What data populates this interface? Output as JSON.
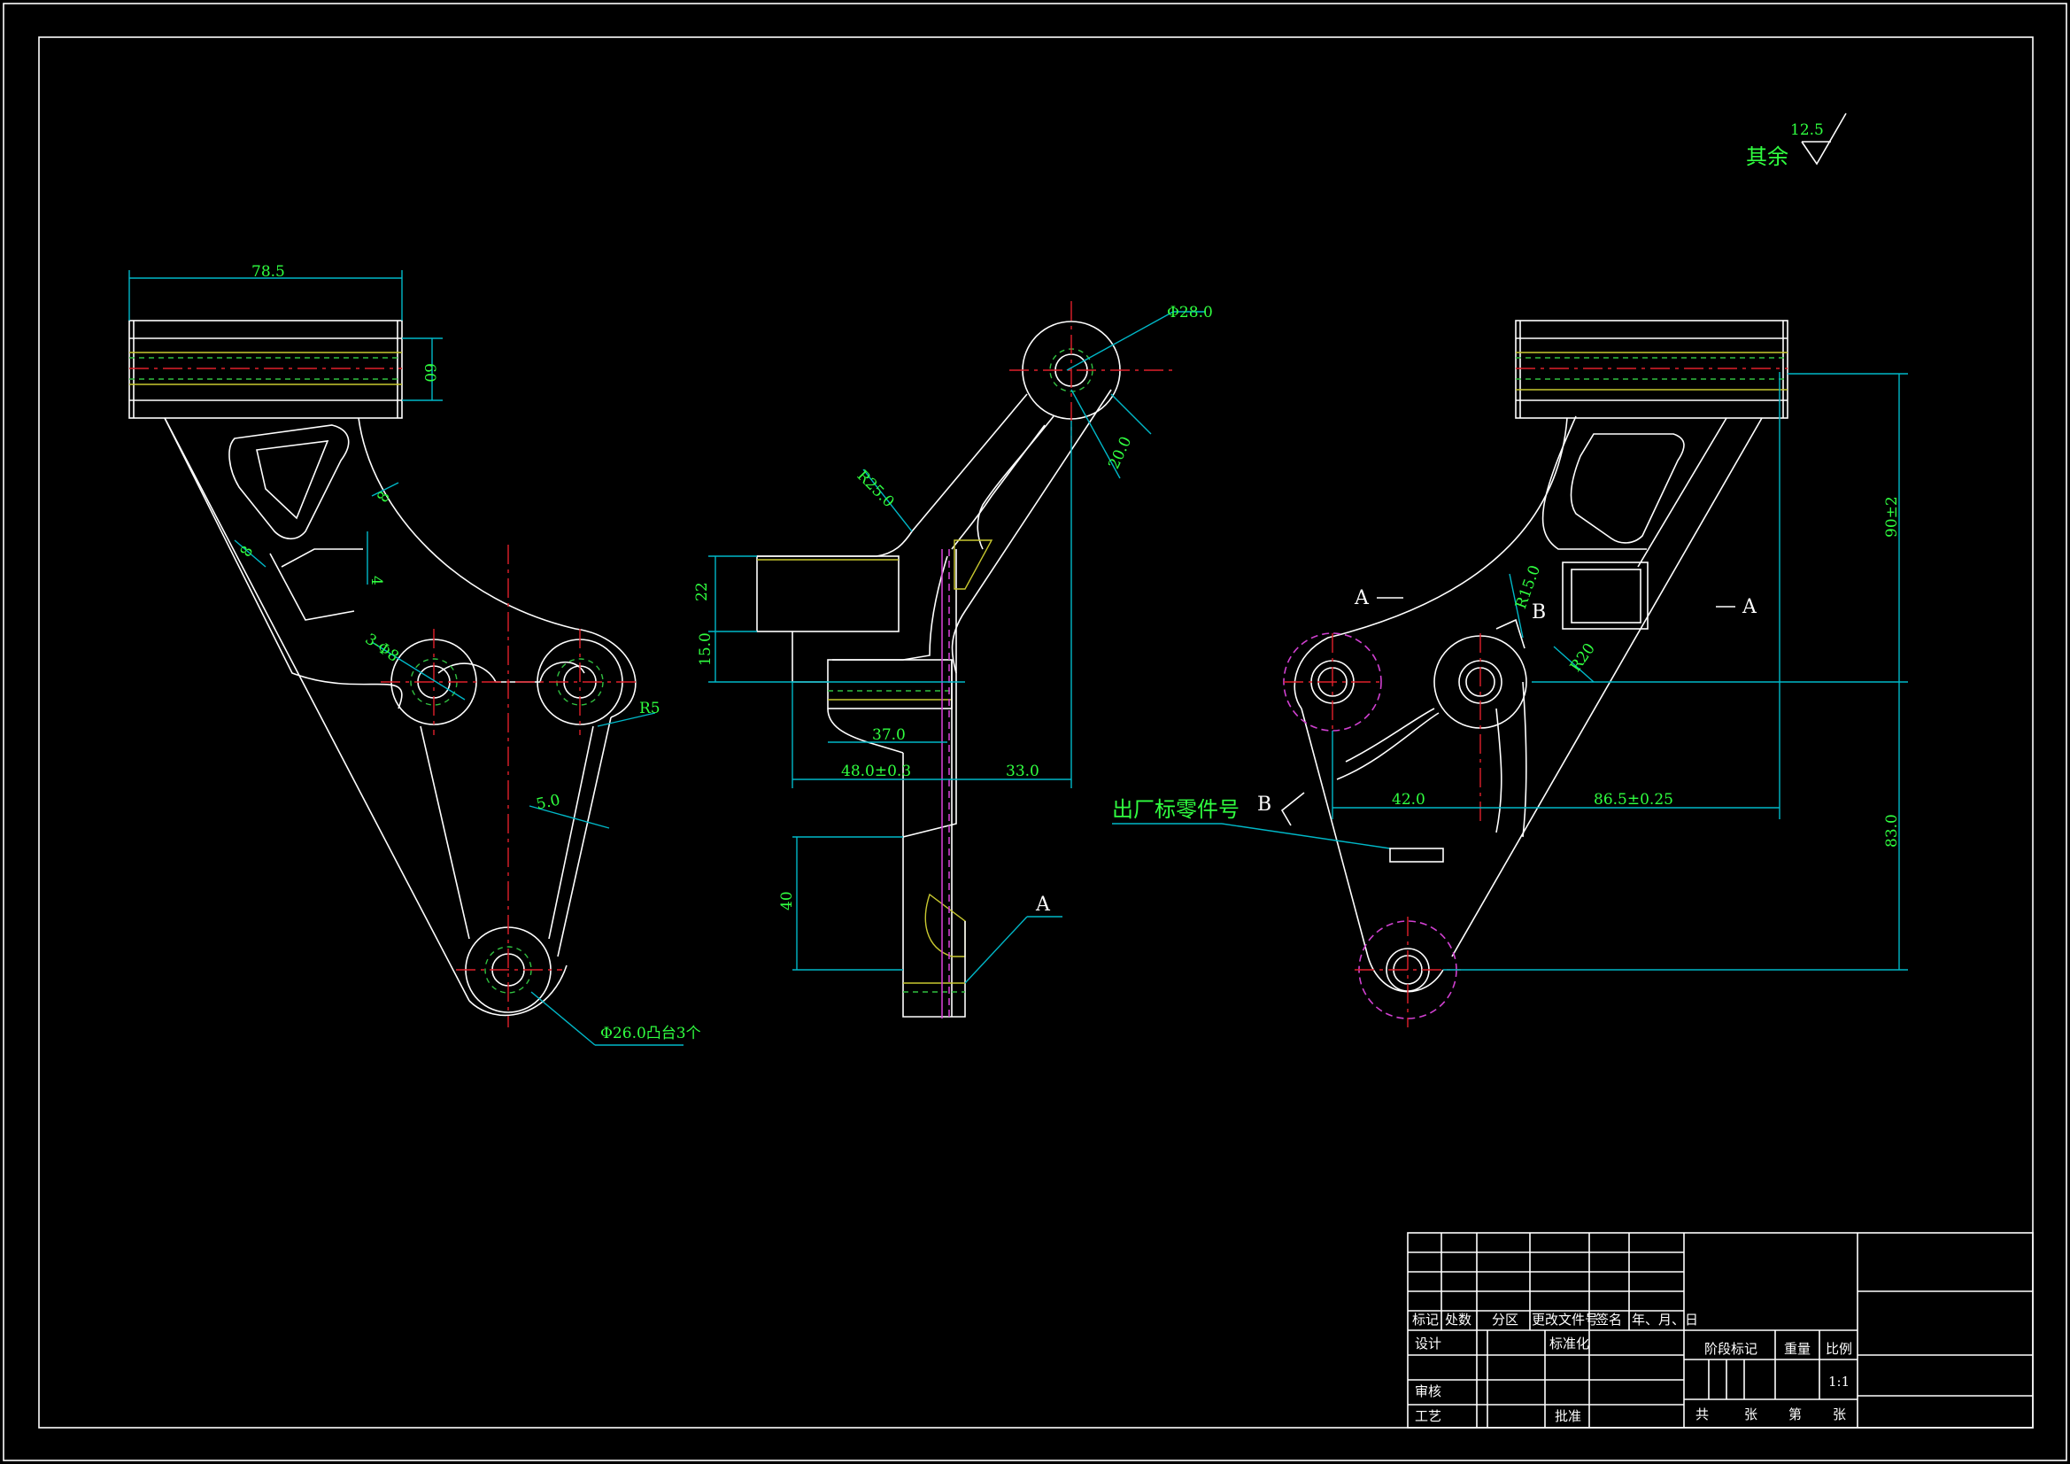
{
  "surface_finish": {
    "label": "其余",
    "value": "12.5"
  },
  "front_view": {
    "dim_width": "78.5",
    "dim_tube": "60",
    "dim_thickness_left": "8",
    "dim_thickness_right": "8",
    "dim_small": "4",
    "dim_holes": "3-Φ8",
    "dim_radius": "R5",
    "dim_rib": "5.0",
    "dim_boss": "Φ26.0凸台3个"
  },
  "side_view": {
    "dim_diameter": "Φ28.0",
    "dim_radius": "R25.0",
    "dim_width": "20.0",
    "dim_22": "22",
    "dim_15": "15.0",
    "dim_37": "37.0",
    "dim_48": "48.0±0.3",
    "dim_33": "33.0",
    "dim_40": "40",
    "section_label": "A"
  },
  "rear_view": {
    "section_a_left": "A",
    "section_a_right": "A",
    "view_b_upper": "B",
    "view_b_lower": "B",
    "dim_r15": "R15.0",
    "dim_r20": "R20",
    "dim_42": "42.0",
    "dim_86": "86.5±0.25",
    "dim_90": "90±2",
    "dim_83": "83.0",
    "part_no_label": "出厂标零件号"
  },
  "title_block": {
    "h_mark": "标记",
    "h_count": "处数",
    "h_zone": "分区",
    "h_doc": "更改文件号",
    "h_sign": "签名",
    "h_date": "年、月、日",
    "design": "设计",
    "standard": "标准化",
    "review": "审核",
    "process": "工艺",
    "approve": "批准",
    "stage_mark": "阶段标记",
    "weight": "重量",
    "scale_label": "比例",
    "scale_value": "1:1",
    "total": "共",
    "sheets": "张",
    "no": "第",
    "sheet": "张"
  }
}
